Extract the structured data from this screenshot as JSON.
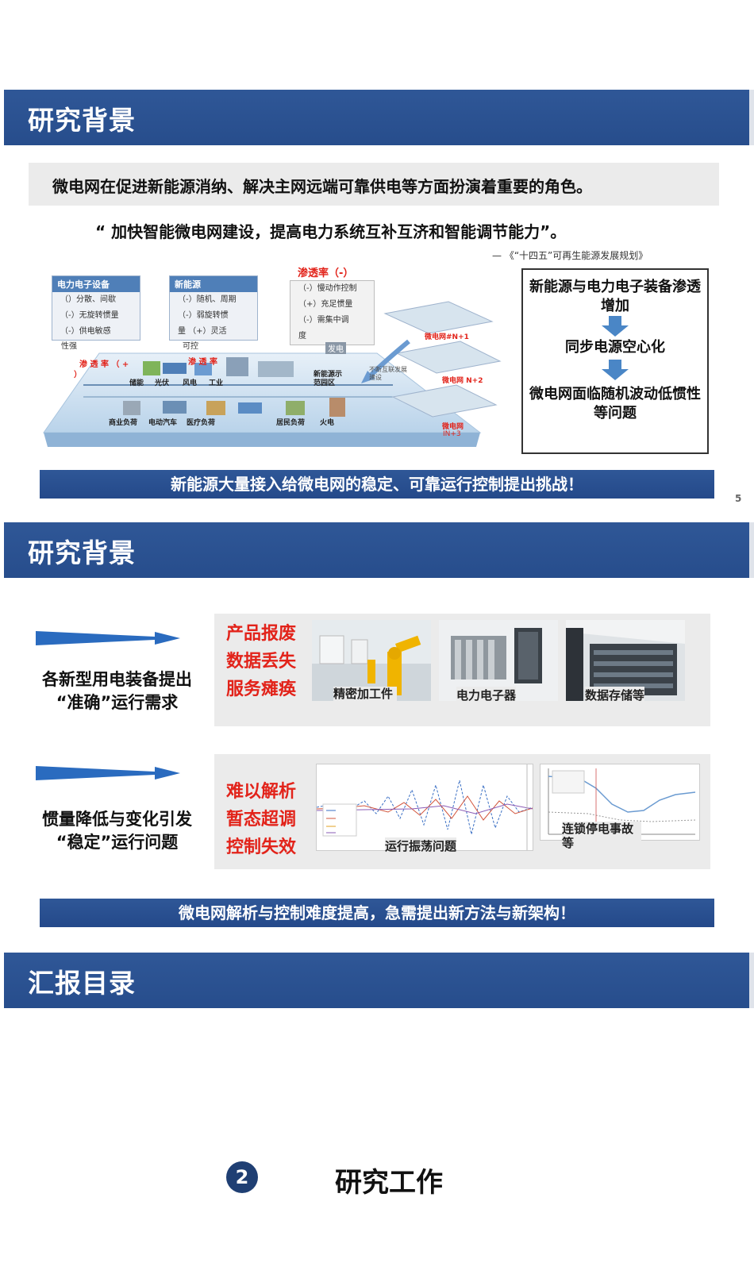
{
  "section1": {
    "title": "研究背景",
    "statement": "微电网在促进新能源消纳、解决主网远端可靠供电等方面扮演着重要的角色。",
    "quote": "“ 加快智能微电网建设，提高电力系统互补互济和智能调节能力”。",
    "source": "—    《“十四五”可再生能源发展规划》",
    "diagram": {
      "card_pe": {
        "title": "电力电子设备",
        "rows": [
          "（）分散、间歇",
          "（-）无旋转惯量",
          "（-）供电敏感"
        ],
        "foot": "性强"
      },
      "card_ne": {
        "title": "新能源",
        "rows": [
          "（-）随机、周期",
          "（-）弱旋转惯",
          "量  （+）灵活"
        ],
        "foot": "可控"
      },
      "penetration_title": "渗透率（-）",
      "penetration_rows": [
        "（-）慢动作控制",
        "（+）充足惯量",
        "（-）需集中调",
        "度"
      ],
      "pen_left": "渗 透 率 （ +",
      "pen_left2": "）",
      "pen_mid": "渗 透 率",
      "labels_top": [
        "储能",
        "光伏",
        "风电",
        "工业"
      ],
      "labels_bottom": [
        "商业负荷",
        "电动汽车",
        "医疗负荷",
        "居民负荷",
        "火电"
      ],
      "demo_zone": "新能源示范园区",
      "expand_note": "不断互联发展建设",
      "grid1": "微电网#N+1",
      "grid2": "微电网 N+2",
      "grid3": "微电网",
      "grid3b": "IN+3",
      "fa": "发电"
    },
    "flow": [
      "新能源与电力电子装备渗透增加",
      "同步电源空心化",
      "微电网面临随机波动低惯性等问题"
    ],
    "banner": "新能源大量接入给微电网的稳定、可靠运行控制提出挑战！",
    "page_number": "5"
  },
  "section2": {
    "title": "研究背景",
    "row1": {
      "left_label": [
        "各新型用电装备提出",
        "“准确”运行需求"
      ],
      "red": [
        "产品报废",
        "数据丢失",
        "服务瘫痪"
      ],
      "captions": [
        "精密加工件",
        "电力电子器",
        "数据存储等"
      ]
    },
    "row2": {
      "left_label": [
        "惯量降低与变化引发",
        "“稳定”运行问题"
      ],
      "red": [
        "难以解析",
        "暂态超调",
        "控制失效"
      ],
      "captions": [
        "运行振荡问题",
        "连锁停电事故等"
      ]
    },
    "banner": "微电网解析与控制难度提高，急需提出新方法与新架构！"
  },
  "section3": {
    "title": "汇报目录",
    "item_number": "2",
    "item_label": "研究工作"
  }
}
